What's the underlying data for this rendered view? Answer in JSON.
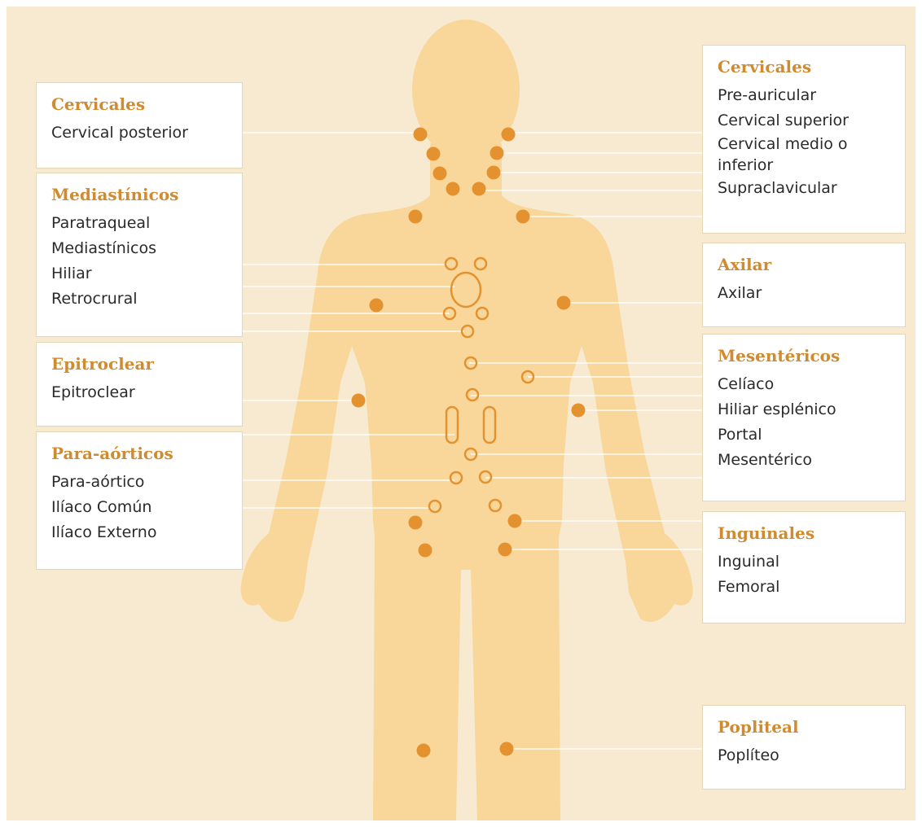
{
  "colors": {
    "background": "#f7ead0",
    "body": "#f9d79a",
    "node": "#e4922f",
    "title": "#d08a2f",
    "line": "#ffffff"
  },
  "left_boxes": [
    {
      "id": "cervicales-left",
      "title": "Cervicales",
      "items": [
        "Cervical posterior"
      ]
    },
    {
      "id": "mediastinicos",
      "title": "Mediastínicos",
      "items": [
        "Paratraqueal",
        "Mediastínicos",
        "Hiliar",
        "Retrocrural"
      ]
    },
    {
      "id": "epitroclear",
      "title": "Epitroclear",
      "items": [
        "Epitroclear"
      ]
    },
    {
      "id": "para-aorticos",
      "title": "Para-aórticos",
      "items": [
        "Para-aórtico",
        "Ilíaco Común",
        "Ilíaco Externo"
      ]
    }
  ],
  "right_boxes": [
    {
      "id": "cervicales-right",
      "title": "Cervicales",
      "items": [
        "Pre-auricular",
        "Cervical superior",
        "Cervical medio o inferior",
        "Supraclavicular"
      ]
    },
    {
      "id": "axilar",
      "title": "Axilar",
      "items": [
        "Axilar"
      ]
    },
    {
      "id": "mesentericos",
      "title": "Mesentéricos",
      "items": [
        "Celíaco",
        "Hiliar esplénico",
        "Portal",
        "Mesentérico"
      ]
    },
    {
      "id": "inguinales",
      "title": "Inguinales",
      "items": [
        "Inguinal",
        "Femoral"
      ]
    },
    {
      "id": "popliteal",
      "title": "Popliteal",
      "items": [
        "Poplíteo"
      ]
    }
  ],
  "icons": {
    "node_filled": "filled-lymph-node-icon",
    "node_open": "open-lymph-node-icon"
  }
}
